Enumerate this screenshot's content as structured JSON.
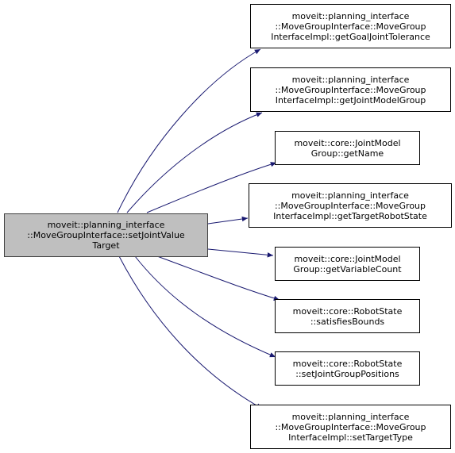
{
  "colors": {
    "edge": "#191970",
    "focus_fill": "#bfbfbf",
    "focus_border": "#404040",
    "node_border": "#000000",
    "node_fill": "#ffffff"
  },
  "source": {
    "lines": [
      "moveit::planning_interface",
      "::MoveGroupInterface::setJointValue",
      "Target"
    ]
  },
  "targets": [
    {
      "lines": [
        "moveit::planning_interface",
        "::MoveGroupInterface::MoveGroup",
        "InterfaceImpl::getGoalJointTolerance"
      ]
    },
    {
      "lines": [
        "moveit::planning_interface",
        "::MoveGroupInterface::MoveGroup",
        "InterfaceImpl::getJointModelGroup"
      ]
    },
    {
      "lines": [
        "moveit::core::JointModel",
        "Group::getName"
      ]
    },
    {
      "lines": [
        "moveit::planning_interface",
        "::MoveGroupInterface::MoveGroup",
        "InterfaceImpl::getTargetRobotState"
      ]
    },
    {
      "lines": [
        "moveit::core::JointModel",
        "Group::getVariableCount"
      ]
    },
    {
      "lines": [
        "moveit::core::RobotState",
        "::satisfiesBounds"
      ]
    },
    {
      "lines": [
        "moveit::core::RobotState",
        "::setJointGroupPositions"
      ]
    },
    {
      "lines": [
        "moveit::planning_interface",
        "::MoveGroupInterface::MoveGroup",
        "InterfaceImpl::setTargetType"
      ]
    }
  ]
}
